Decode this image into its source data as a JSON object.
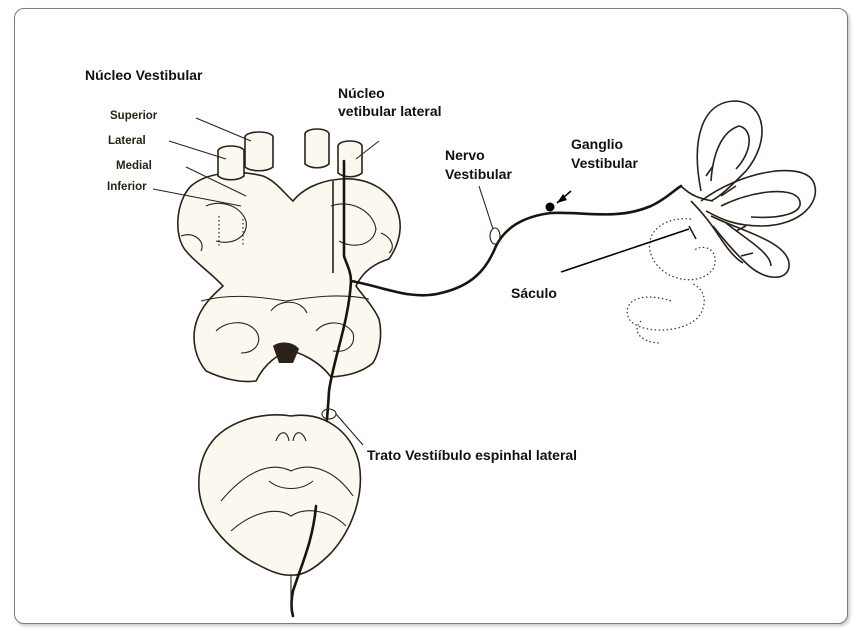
{
  "diagram": {
    "labels": {
      "nucleo_vestibular": "Núcleo Vestibular",
      "superior": "Superior",
      "lateral": "Lateral",
      "medial": "Medial",
      "inferior": "Inferior",
      "nucleo_lateral_line1": "Núcleo",
      "nucleo_lateral_line2": "vetibular lateral",
      "nervo_line1": "Nervo",
      "nervo_line2": "Vestibular",
      "ganglio_line1": "Ganglio",
      "ganglio_line2": "Vestibular",
      "saculo": "Sáculo",
      "trato": "Trato Vestiíbulo espinhal lateral"
    }
  }
}
